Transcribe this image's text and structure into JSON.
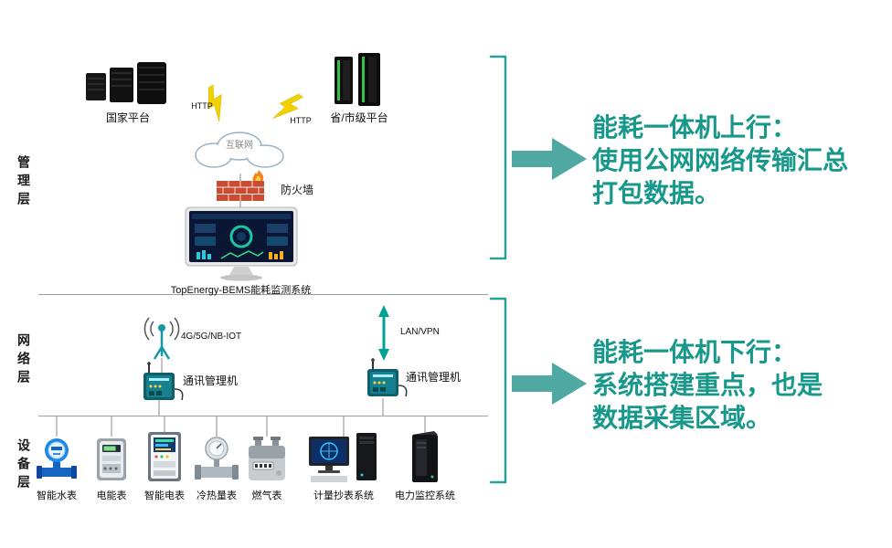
{
  "colors": {
    "accent_text": "#17988B",
    "arrow_fill": "#4FA8A2",
    "bracket": "#2AA198",
    "lan_vpn_arrow": "#00A196"
  },
  "layers": {
    "management": "管理层",
    "network": "网络层",
    "device": "设备层"
  },
  "management_layer": {
    "national_platform": "国家平台",
    "provincial_platform": "省/市级平台",
    "http_left": "HTTP",
    "http_right": "HTTP",
    "cloud_label": "互联网",
    "firewall_label": "防火墙",
    "monitor_caption": "TopEnergy-BEMS能耗监测系统"
  },
  "network_layer": {
    "wireless_label": "4G/5G/NB-IOT",
    "comm_manager_left": "通讯管理机",
    "lan_vpn_label": "LAN/VPN",
    "comm_manager_right": "通讯管理机"
  },
  "device_layer": {
    "devices": [
      "智能水表",
      "电能表",
      "智能电表",
      "冷热量表",
      "燃气表",
      "计量抄表系统",
      "电力监控系统"
    ]
  },
  "annotations": {
    "uplink": {
      "title": "能耗一体机上行：",
      "line2": "使用公网网络传输汇总",
      "line3": "打包数据。"
    },
    "downlink": {
      "title": "能耗一体机下行：",
      "line2": "系统搭建重点，也是",
      "line3": "数据采集区域。"
    }
  }
}
